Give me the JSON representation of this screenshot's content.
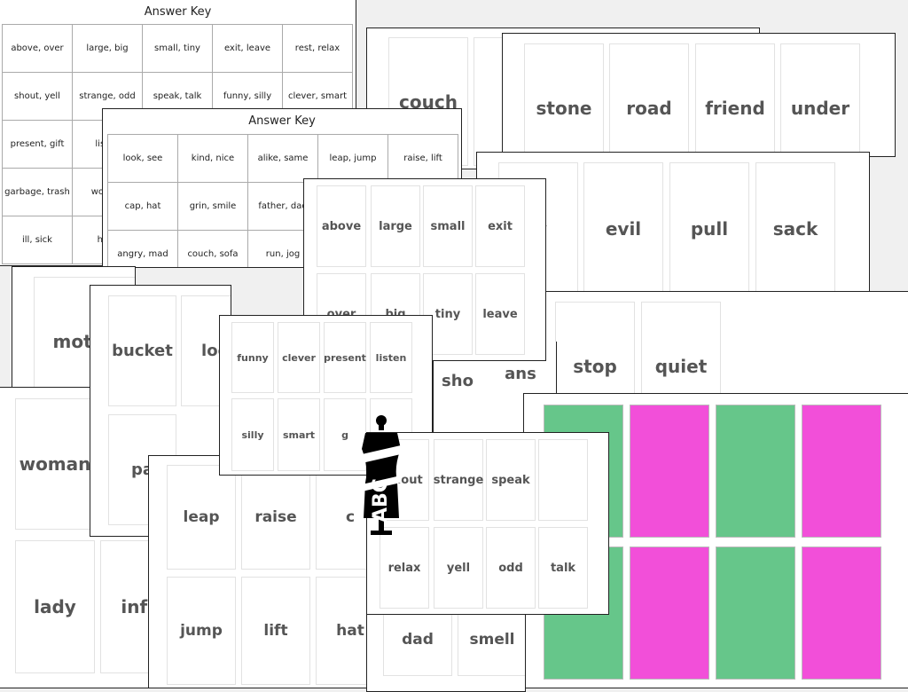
{
  "answer_key_1": {
    "title": "Answer Key",
    "cells": [
      "above, over",
      "large, big",
      "small, tiny",
      "exit, leave",
      "rest, relax",
      "shout, yell",
      "strange, odd",
      "speak, talk",
      "funny, silly",
      "clever, smart",
      "present, gift",
      "listen",
      "",
      "",
      "",
      "garbage, trash",
      "woman",
      "",
      "",
      "",
      "ill, sick",
      "hard",
      "",
      "",
      ""
    ]
  },
  "answer_key_2": {
    "title": "Answer Key",
    "cells": [
      "look, see",
      "kind, nice",
      "alike, same",
      "leap, jump",
      "raise, lift",
      "cap, hat",
      "grin, smile",
      "father, dad",
      "",
      "",
      "angry, mad",
      "couch, sofa",
      "run, jog",
      "",
      ""
    ]
  },
  "sheet_couch": {
    "cards": [
      "couch",
      "r"
    ]
  },
  "sheet_stone": {
    "cards": [
      "stone",
      "road",
      "friend",
      "under"
    ]
  },
  "sheet_evil": {
    "cards": [
      "ly",
      "evil",
      "pull",
      "sack"
    ]
  },
  "sheet_stop": {
    "cards": [
      "stop",
      "quiet"
    ]
  },
  "sheet_mother": {
    "cards": [
      "mothe"
    ]
  },
  "sheet_above": {
    "cards": [
      "above",
      "large",
      "small",
      "exit",
      "over",
      "big",
      "tiny",
      "leave"
    ]
  },
  "sheet_bucket": {
    "cards": [
      "bucket",
      "loo",
      "pa"
    ]
  },
  "sheet_funny": {
    "cards": [
      "funny",
      "clever",
      "present",
      "listen",
      "silly",
      "smart",
      "g",
      ""
    ]
  },
  "sheet_peek": {
    "cards": [
      "sho",
      "ans"
    ]
  },
  "sheet_woman": {
    "cards": [
      "woman",
      "lady",
      "infa"
    ]
  },
  "sheet_leap": {
    "cards": [
      "leap",
      "raise",
      "c",
      "jump",
      "lift",
      "hat"
    ]
  },
  "sheet_shout": {
    "cards": [
      "shout",
      "strange",
      "speak",
      "relax",
      "yell",
      "odd",
      "talk"
    ]
  },
  "sheet_dad": {
    "cards": [
      "dad",
      "smell"
    ]
  },
  "card_backs": {
    "colors": [
      "#66c68a",
      "#f24fd9",
      "#66c68a",
      "#f24fd9",
      "#66c68a",
      "#f24fd9",
      "#66c68a",
      "#f24fd9"
    ]
  },
  "logo": {
    "name": "dress-form-abc-icon",
    "text": "ABC"
  }
}
